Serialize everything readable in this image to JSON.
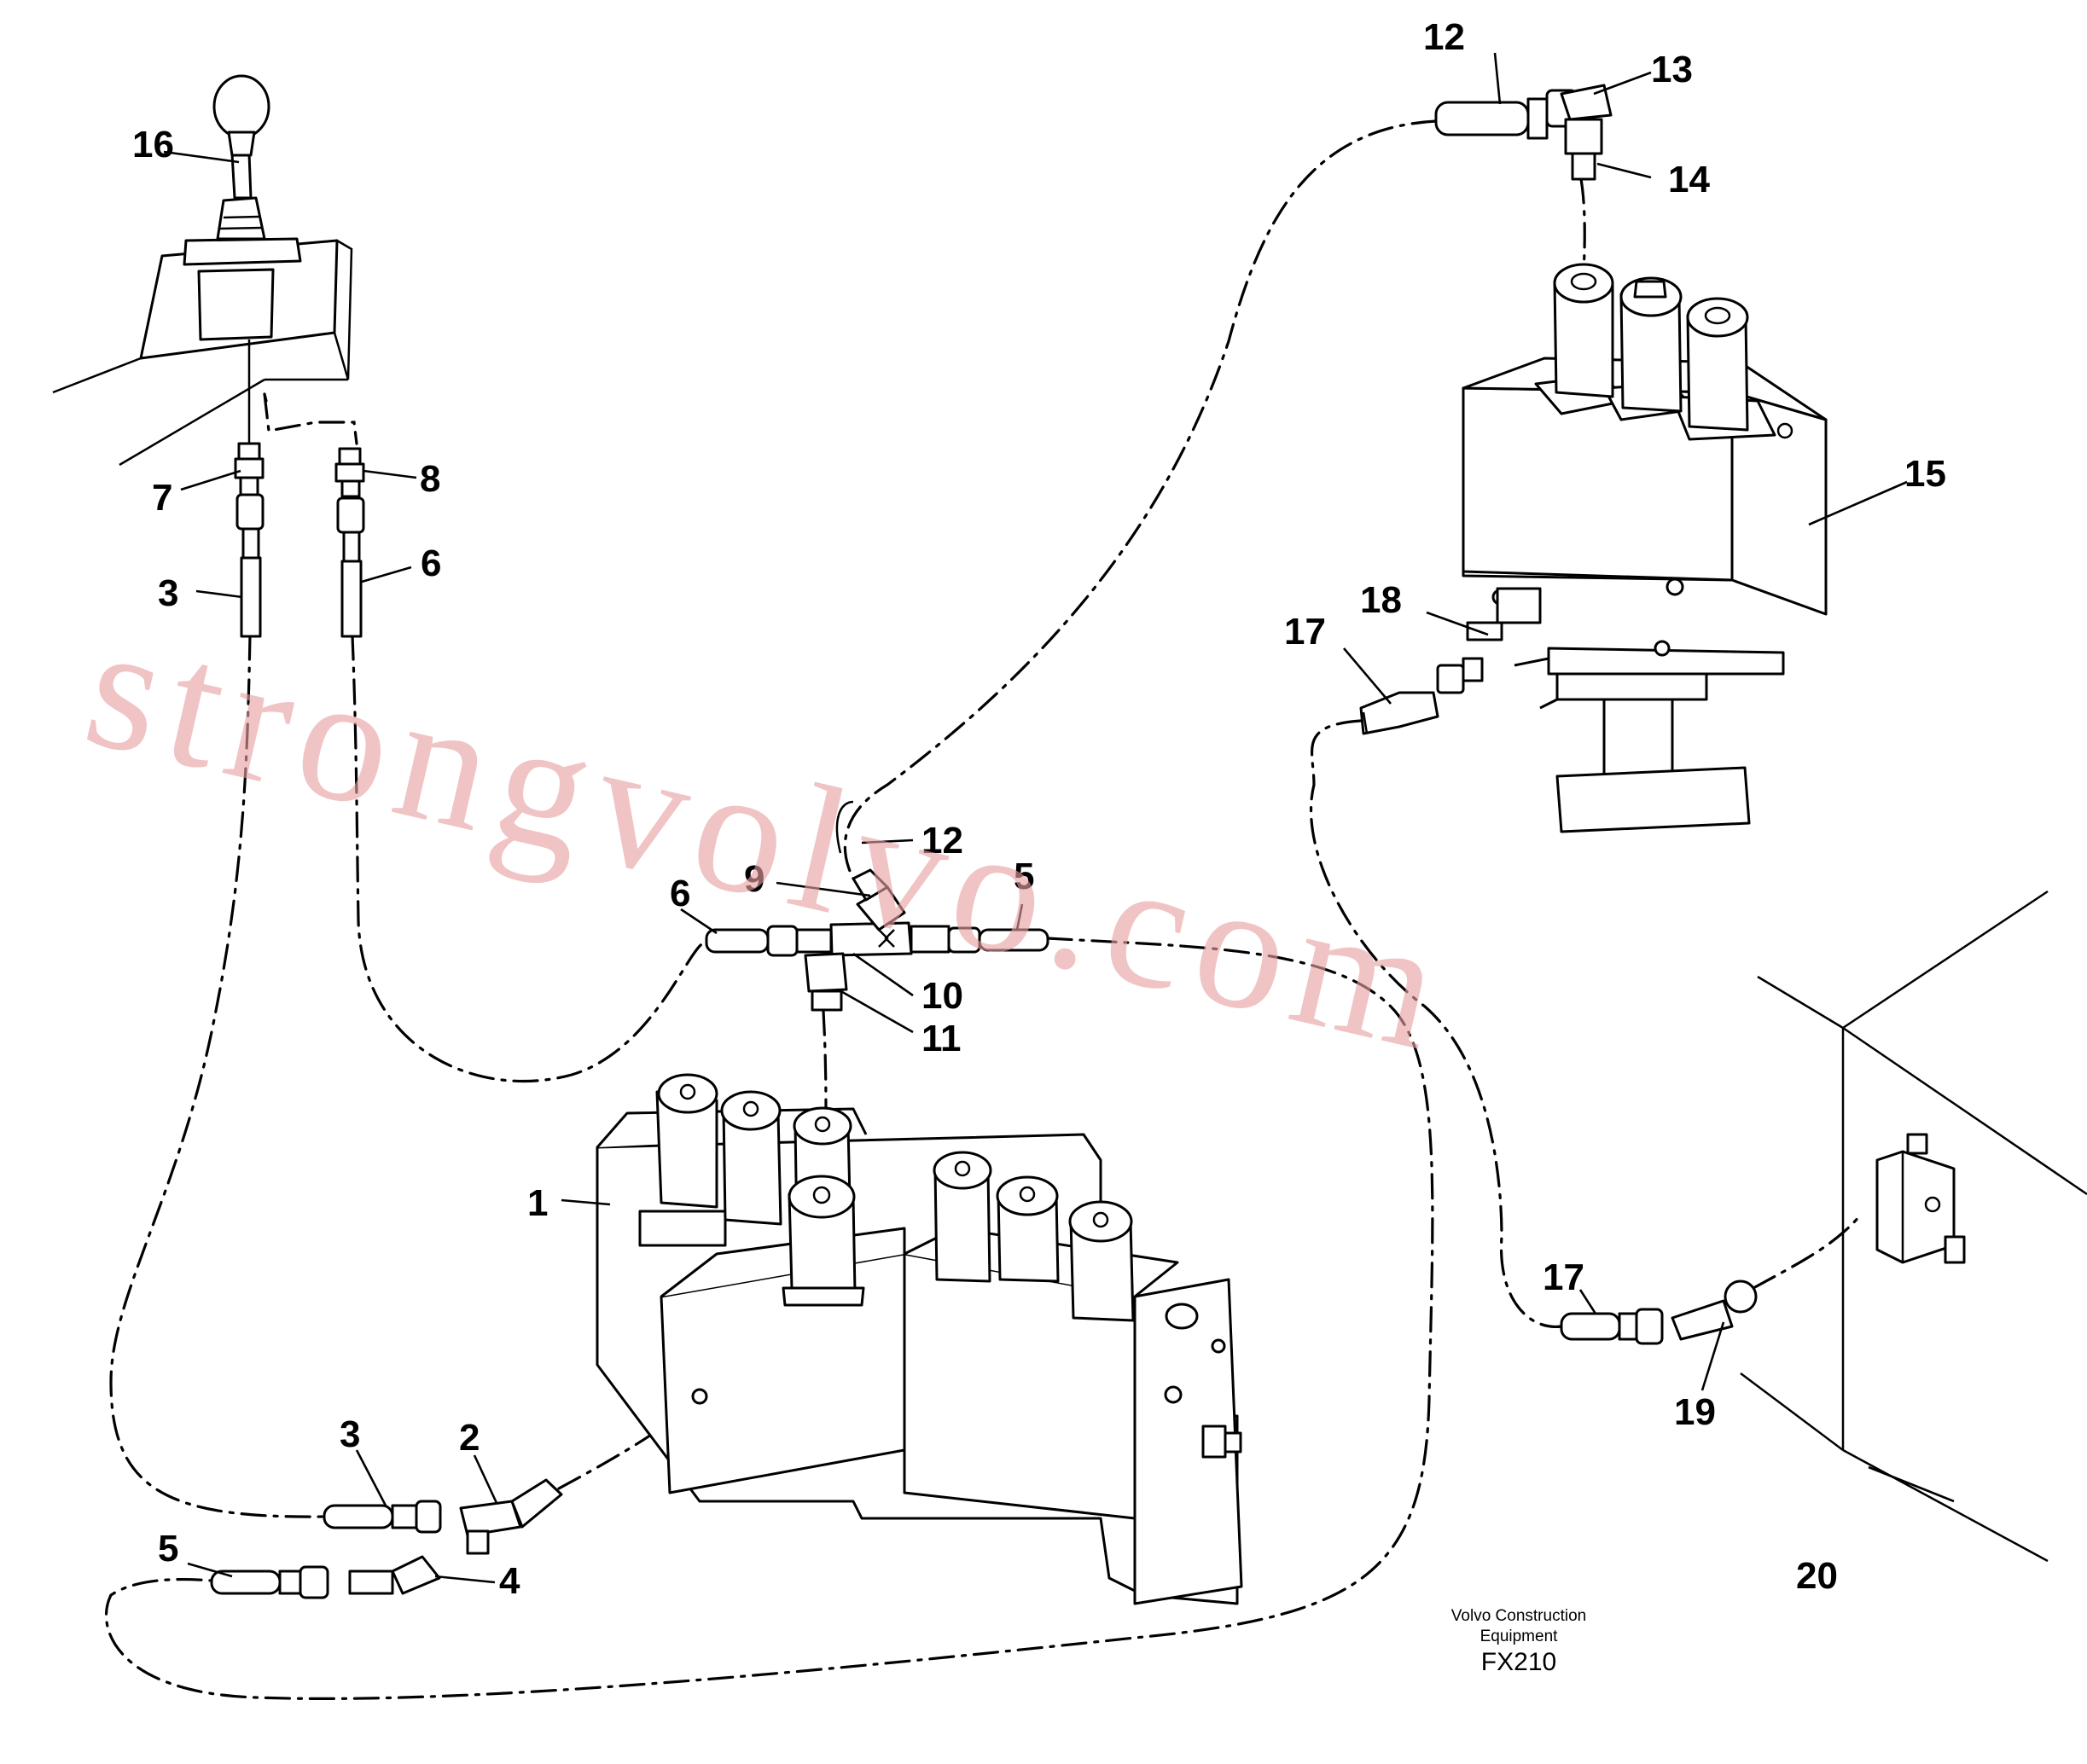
{
  "callouts": {
    "c1": "1",
    "c2": "2",
    "c3a": "3",
    "c3b": "3",
    "c4": "4",
    "c5a": "5",
    "c5b": "5",
    "c6a": "6",
    "c6b": "6",
    "c7": "7",
    "c8": "8",
    "c9": "9",
    "c10": "10",
    "c11": "11",
    "c12a": "12",
    "c12b": "12",
    "c13": "13",
    "c14": "14",
    "c15": "15",
    "c16": "16",
    "c17a": "17",
    "c17b": "17",
    "c18": "18",
    "c19": "19",
    "c20": "20"
  },
  "caption": {
    "line1": "Volvo Construction",
    "line2": "Equipment",
    "code": "FX210"
  },
  "watermark": "strongvolvo.com"
}
